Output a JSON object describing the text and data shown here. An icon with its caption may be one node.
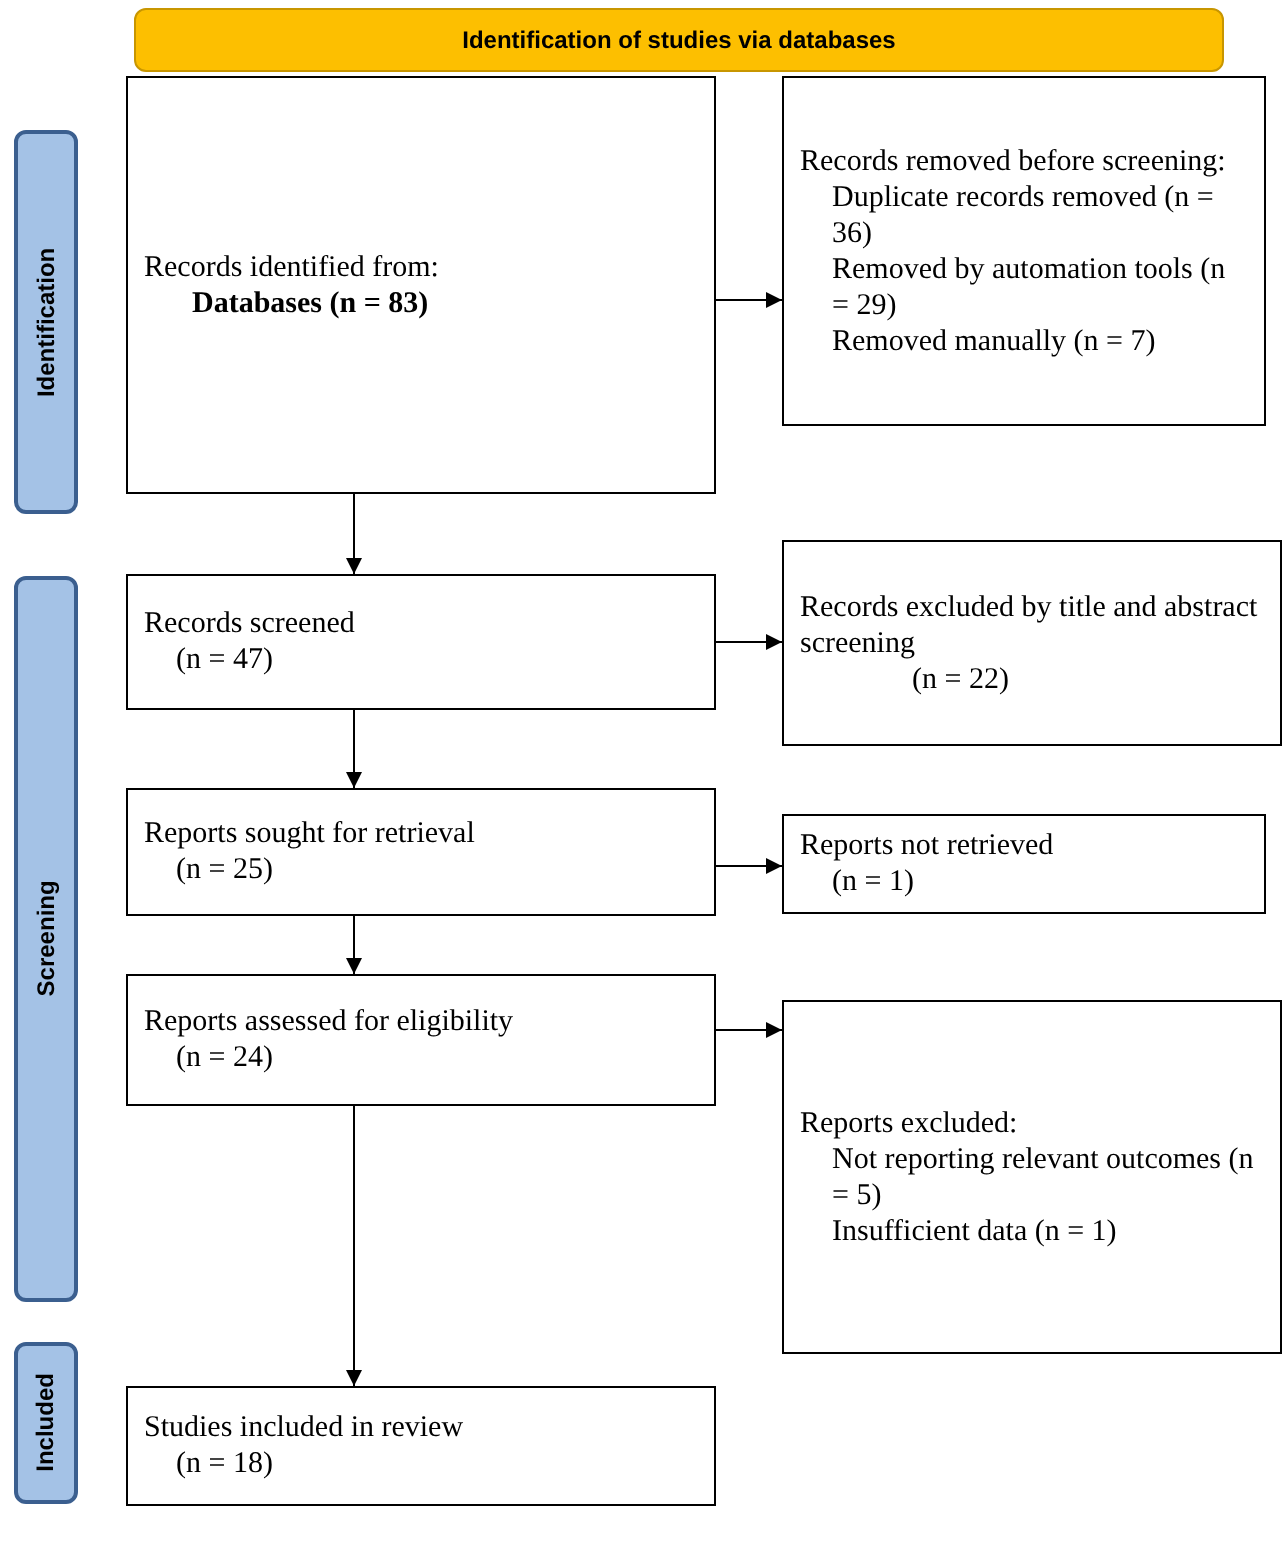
{
  "diagram": {
    "nodes": [
      {
        "text": [
          "Identification of studies via databases"
        ]
      },
      {
        "text": [
          "Identification"
        ]
      },
      {
        "text": [
          "Screening"
        ]
      },
      {
        "text": [
          "Included"
        ]
      },
      {
        "text": [
          "Records identified from:",
          "Databases (n = 83)"
        ]
      },
      {
        "text": [
          "Records removed before screening:",
          "Duplicate records removed (n = 36)",
          "Removed by automation tools (n = 29)",
          "Removed manually (n = 7)"
        ]
      },
      {
        "text": [
          "Records screened",
          "(n = 47)"
        ]
      },
      {
        "text": [
          "Records excluded by title and abstract screening",
          "(n = 22)"
        ]
      },
      {
        "text": [
          "Reports sought for retrieval",
          "(n = 25)"
        ]
      },
      {
        "text": [
          "Reports not retrieved",
          "(n = 1)"
        ]
      },
      {
        "text": [
          "Reports assessed for eligibility",
          "(n = 24)"
        ]
      },
      {
        "text": [
          "Reports excluded:",
          "Not reporting relevant outcomes (n = 5)",
          "Insufficient data (n = 1)"
        ]
      },
      {
        "text": [
          "Studies included in review",
          "(n = 18)"
        ]
      }
    ],
    "edges": [
      {
        "from": 4,
        "to": 5,
        "arrow": "to"
      },
      {
        "from": 4,
        "to": 6,
        "arrow": "to"
      },
      {
        "from": 6,
        "to": 7,
        "arrow": "to"
      },
      {
        "from": 6,
        "to": 8,
        "arrow": "to"
      },
      {
        "from": 8,
        "to": 9,
        "arrow": "to"
      },
      {
        "from": 8,
        "to": 10,
        "arrow": "to"
      },
      {
        "from": 10,
        "to": 11,
        "arrow": "to"
      },
      {
        "from": 10,
        "to": 12,
        "arrow": "to"
      }
    ]
  }
}
